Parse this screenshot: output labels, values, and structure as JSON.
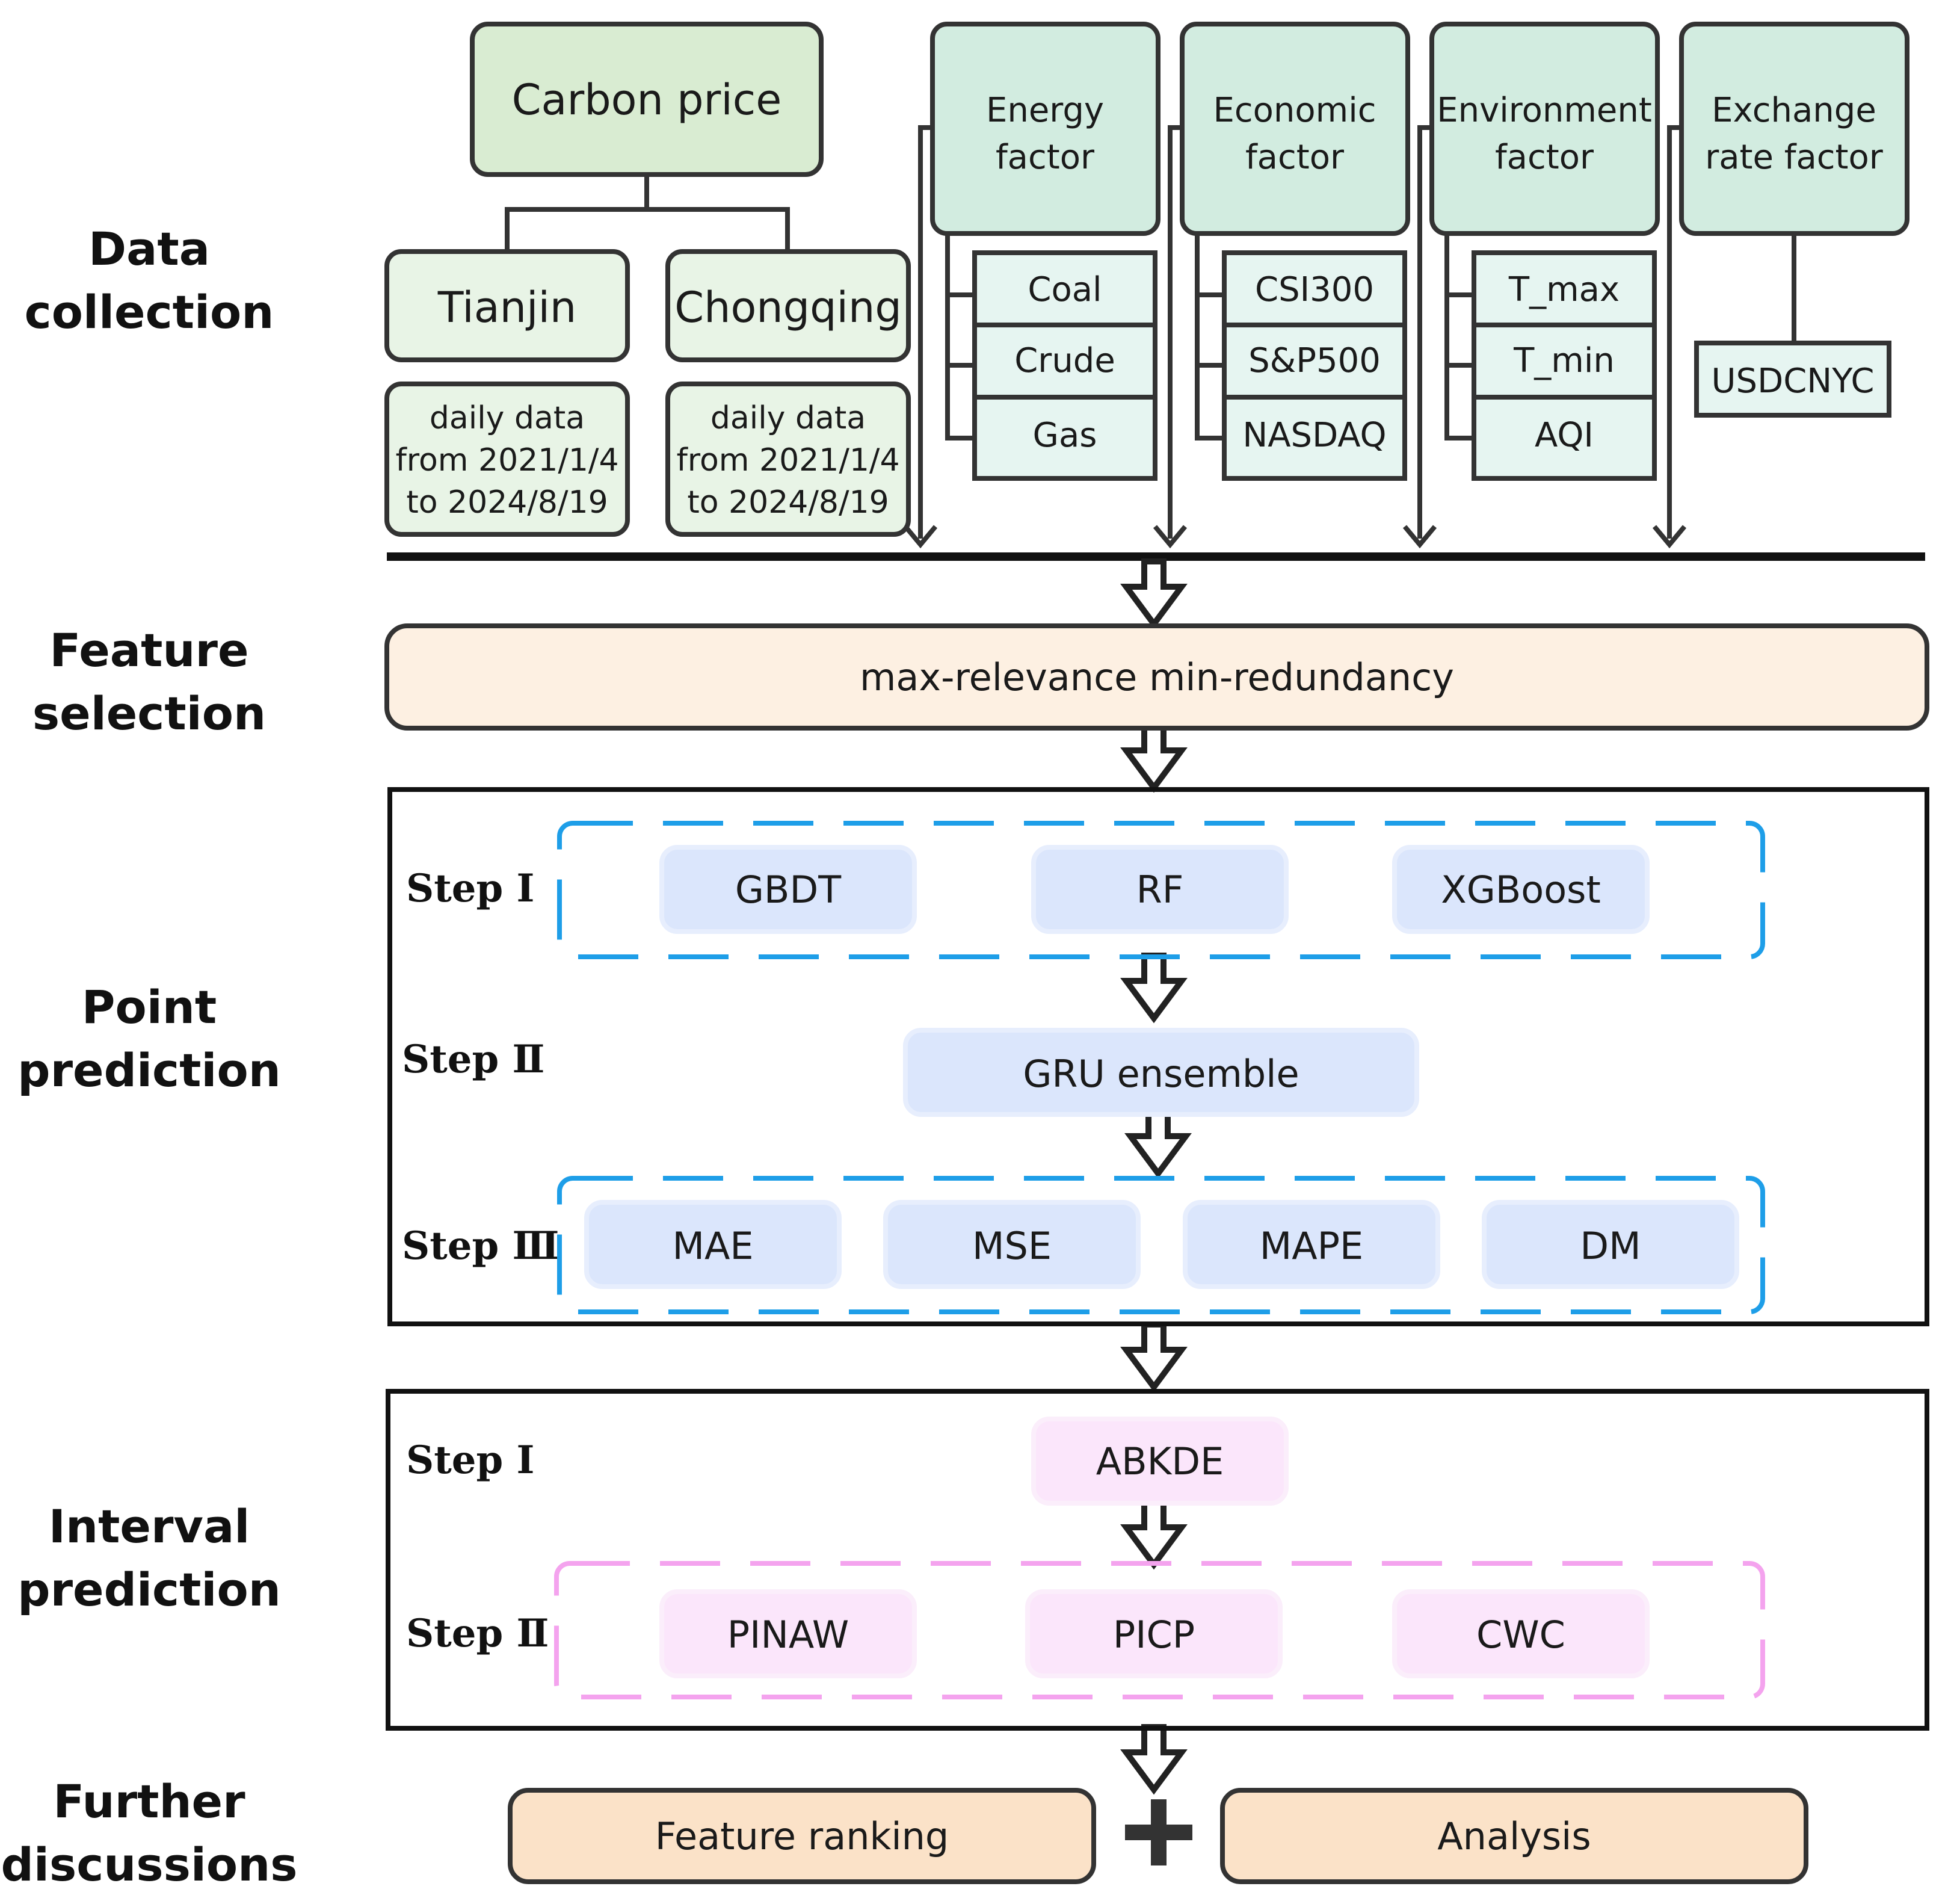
{
  "stages": {
    "data_collection": [
      "Data",
      "collection"
    ],
    "feature_selection": [
      "Feature",
      "selection"
    ],
    "point_prediction": [
      "Point",
      "prediction"
    ],
    "interval_prediction": [
      "Interval",
      "prediction"
    ],
    "further_discussions": [
      "Further",
      "discussions"
    ]
  },
  "data_collection": {
    "carbon_price": "Carbon price",
    "markets": [
      {
        "name": "Tianjin",
        "range": [
          "daily data",
          "from 2021/1/4",
          "to 2024/8/19"
        ]
      },
      {
        "name": "Chongqing",
        "range": [
          "daily data",
          "from 2021/1/4",
          "to 2024/8/19"
        ]
      }
    ],
    "factors": [
      {
        "title": [
          "Energy",
          "factor"
        ],
        "items": [
          "Coal",
          "Crude",
          "Gas"
        ]
      },
      {
        "title": [
          "Economic",
          "factor"
        ],
        "items": [
          "CSI300",
          "S&P500",
          "NASDAQ"
        ]
      },
      {
        "title": [
          "Environment",
          "factor"
        ],
        "items": [
          "T_max",
          "T_min",
          "AQI"
        ]
      },
      {
        "title": [
          "Exchange",
          "rate factor"
        ],
        "items": [
          "USDCNYC"
        ]
      }
    ]
  },
  "feature_selection": {
    "method": "max-relevance min-redundancy"
  },
  "point_prediction": {
    "step1": {
      "label": "Step Ⅰ",
      "models": [
        "GBDT",
        "RF",
        "XGBoost"
      ]
    },
    "step2": {
      "label": "Step Ⅱ",
      "model": "GRU ensemble"
    },
    "step3": {
      "label": "Step Ⅲ",
      "metrics": [
        "MAE",
        "MSE",
        "MAPE",
        "DM"
      ]
    }
  },
  "interval_prediction": {
    "step1": {
      "label": "Step Ⅰ",
      "method": "ABKDE"
    },
    "step2": {
      "label": "Step Ⅱ",
      "metrics": [
        "PINAW",
        "PICP",
        "CWC"
      ]
    }
  },
  "further_discussions": {
    "left": "Feature ranking",
    "plus": "+",
    "right": "Analysis"
  },
  "colors": {
    "green_box": "#d9ecd2",
    "teal_box": "#d2ece0",
    "light_green": "#e8f4e6",
    "item_box": "#e6f5f1",
    "peach": "#fdf0e2",
    "orange_box": "#fbe2c8",
    "blue_chip": "#dbe6fc",
    "pink_chip": "#fbe6fb",
    "blue_dash": "#1e9ee8",
    "pink_dash": "#f4a3ee"
  }
}
